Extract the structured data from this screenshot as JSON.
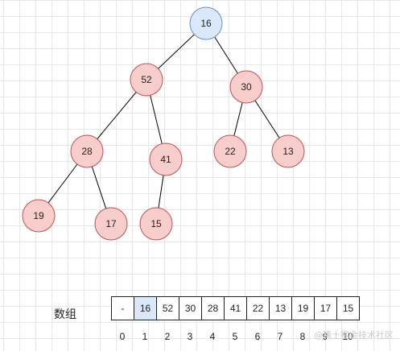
{
  "tree": {
    "nodes": [
      {
        "id": "n16",
        "label": "16",
        "type": "root"
      },
      {
        "id": "n52",
        "label": "52",
        "type": "normal"
      },
      {
        "id": "n30",
        "label": "30",
        "type": "normal"
      },
      {
        "id": "n28",
        "label": "28",
        "type": "normal"
      },
      {
        "id": "n41",
        "label": "41",
        "type": "normal"
      },
      {
        "id": "n22",
        "label": "22",
        "type": "normal"
      },
      {
        "id": "n13",
        "label": "13",
        "type": "normal"
      },
      {
        "id": "n19",
        "label": "19",
        "type": "normal"
      },
      {
        "id": "n17",
        "label": "17",
        "type": "normal"
      },
      {
        "id": "n15",
        "label": "15",
        "type": "normal"
      }
    ],
    "edges": [
      [
        "n16",
        "n52"
      ],
      [
        "n16",
        "n30"
      ],
      [
        "n52",
        "n28"
      ],
      [
        "n52",
        "n41"
      ],
      [
        "n30",
        "n22"
      ],
      [
        "n30",
        "n13"
      ],
      [
        "n28",
        "n19"
      ],
      [
        "n28",
        "n17"
      ],
      [
        "n41",
        "n15"
      ]
    ]
  },
  "colors": {
    "root_fill": "#dae8fc",
    "root_stroke": "#6c8ebf",
    "node_fill": "#f8cecc",
    "node_stroke": "#b85450",
    "edge": "#000000"
  },
  "array": {
    "label": "数组",
    "cells": [
      "-",
      "16",
      "52",
      "30",
      "28",
      "41",
      "22",
      "13",
      "19",
      "17",
      "15"
    ],
    "indices": [
      "0",
      "1",
      "2",
      "3",
      "4",
      "5",
      "6",
      "7",
      "8",
      "9",
      "10"
    ]
  },
  "watermark": "@稀土掘金技术社区"
}
